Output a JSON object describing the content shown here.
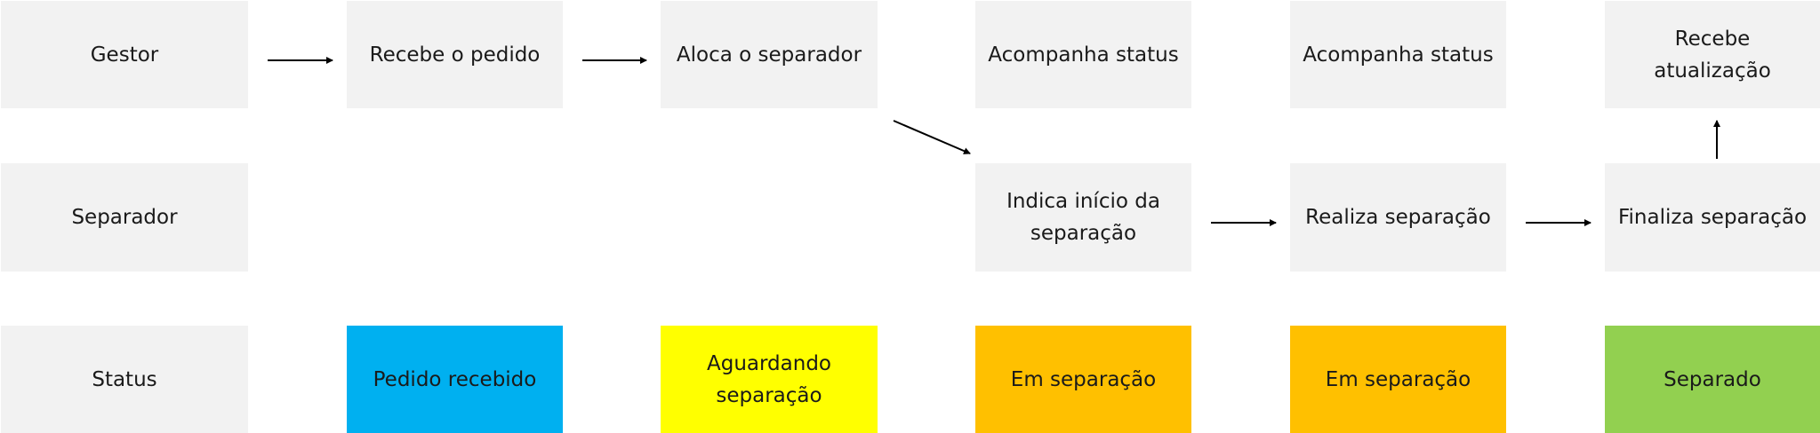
{
  "roles": {
    "gestor": "Gestor",
    "separador": "Separador",
    "status": "Status"
  },
  "gestor_steps": [
    "Recebe o pedido",
    "Aloca o separador",
    "Acompanha status",
    "Acompanha status",
    "Recebe atualização"
  ],
  "separador_steps": [
    "Indica início da\nseparação",
    "Realiza separação",
    "Finaliza separação"
  ],
  "status_steps": [
    {
      "label": "Pedido recebido",
      "color": "#00b0f0"
    },
    {
      "label": "Aguardando\nseparação",
      "color": "#ffff00"
    },
    {
      "label": "Em separação",
      "color": "#ffc000"
    },
    {
      "label": "Em separação",
      "color": "#ffc000"
    },
    {
      "label": "Separado",
      "color": "#92d050"
    }
  ],
  "colors": {
    "step_background": "#f2f2f2",
    "arrow": "#000000"
  }
}
